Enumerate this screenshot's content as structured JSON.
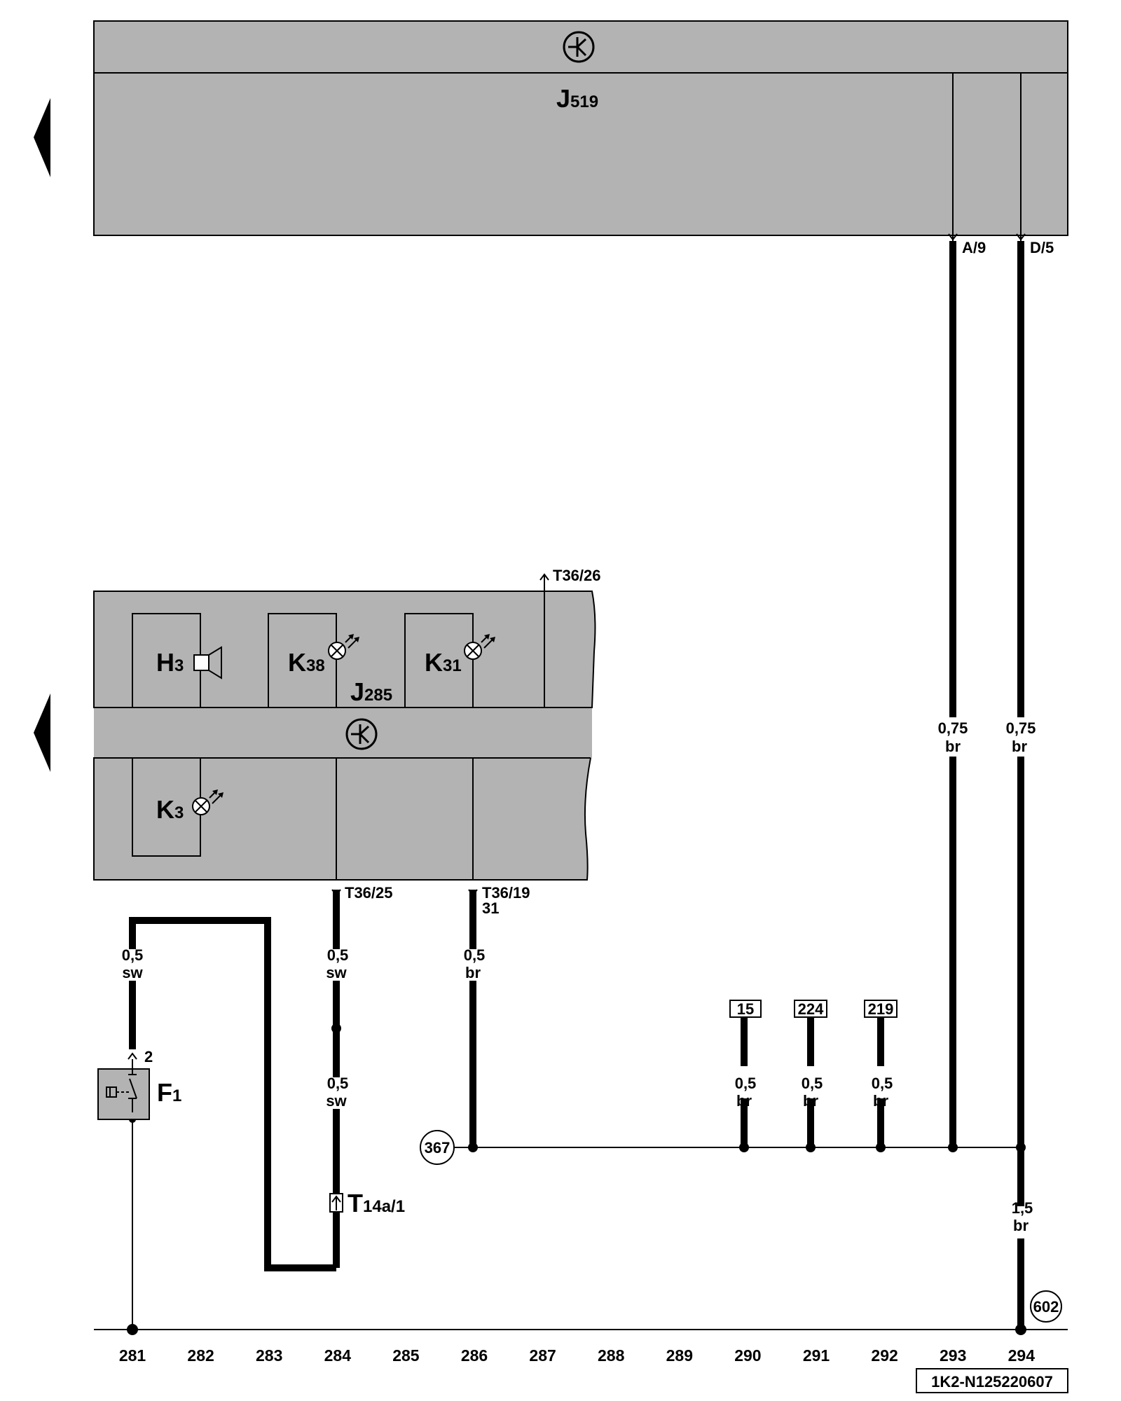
{
  "components": {
    "j519": {
      "name": "J",
      "sub": "519",
      "pin_a": "A/9",
      "pin_d": "D/5"
    },
    "j285": {
      "name": "J",
      "sub": "285",
      "pin_26": "T36/26",
      "pin_25": "T36/25",
      "pin_19": "T36/19",
      "pin_19_term": "31"
    },
    "h3": {
      "name": "H",
      "sub": "3"
    },
    "k38": {
      "name": "K",
      "sub": "38"
    },
    "k31": {
      "name": "K",
      "sub": "31"
    },
    "k3": {
      "name": "K",
      "sub": "3"
    },
    "f1": {
      "name": "F",
      "sub": "1",
      "pin": "2"
    },
    "t14a": {
      "name": "T",
      "sub": "14a/1"
    }
  },
  "wires": {
    "w281": {
      "size": "0,5",
      "color": "sw"
    },
    "w284a": {
      "size": "0,5",
      "color": "sw"
    },
    "w284b": {
      "size": "0,5",
      "color": "sw"
    },
    "w286": {
      "size": "0,5",
      "color": "br"
    },
    "w290": {
      "size": "0,5",
      "color": "br"
    },
    "w291": {
      "size": "0,5",
      "color": "br"
    },
    "w292": {
      "size": "0,5",
      "color": "br"
    },
    "w293": {
      "size": "0,75",
      "color": "br"
    },
    "w294a": {
      "size": "0,75",
      "color": "br"
    },
    "w294b": {
      "size": "1,5",
      "color": "br"
    }
  },
  "connections": {
    "c15": "15",
    "c224": "224",
    "c219": "219"
  },
  "grounds": {
    "g367": "367",
    "g602": "602"
  },
  "grid": [
    "281",
    "282",
    "283",
    "284",
    "285",
    "286",
    "287",
    "288",
    "289",
    "290",
    "291",
    "292",
    "293",
    "294"
  ],
  "doc_id": "1K2-N125220607"
}
